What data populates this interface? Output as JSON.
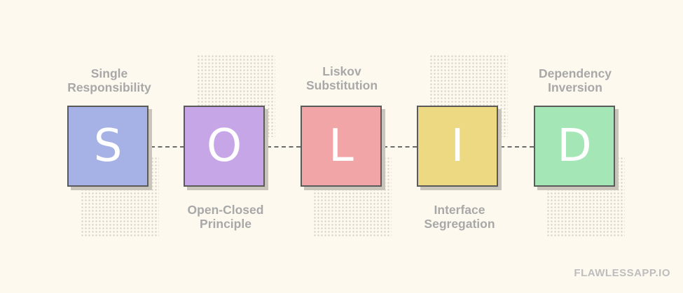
{
  "principles": [
    {
      "letter": "S",
      "label_line1": "Single",
      "label_line2": "Responsibility",
      "color": "#a6b2e6"
    },
    {
      "letter": "O",
      "label_line1": "Open-Closed",
      "label_line2": "Principle",
      "color": "#c6a6e6"
    },
    {
      "letter": "L",
      "label_line1": "Liskov",
      "label_line2": "Substitution",
      "color": "#f2a5a7"
    },
    {
      "letter": "I",
      "label_line1": "Interface",
      "label_line2": "Segregation",
      "color": "#ecd981"
    },
    {
      "letter": "D",
      "label_line1": "Dependency",
      "label_line2": "Inversion",
      "color": "#a4e6b5"
    }
  ],
  "brand": "FLAWLESSAPP.IO"
}
